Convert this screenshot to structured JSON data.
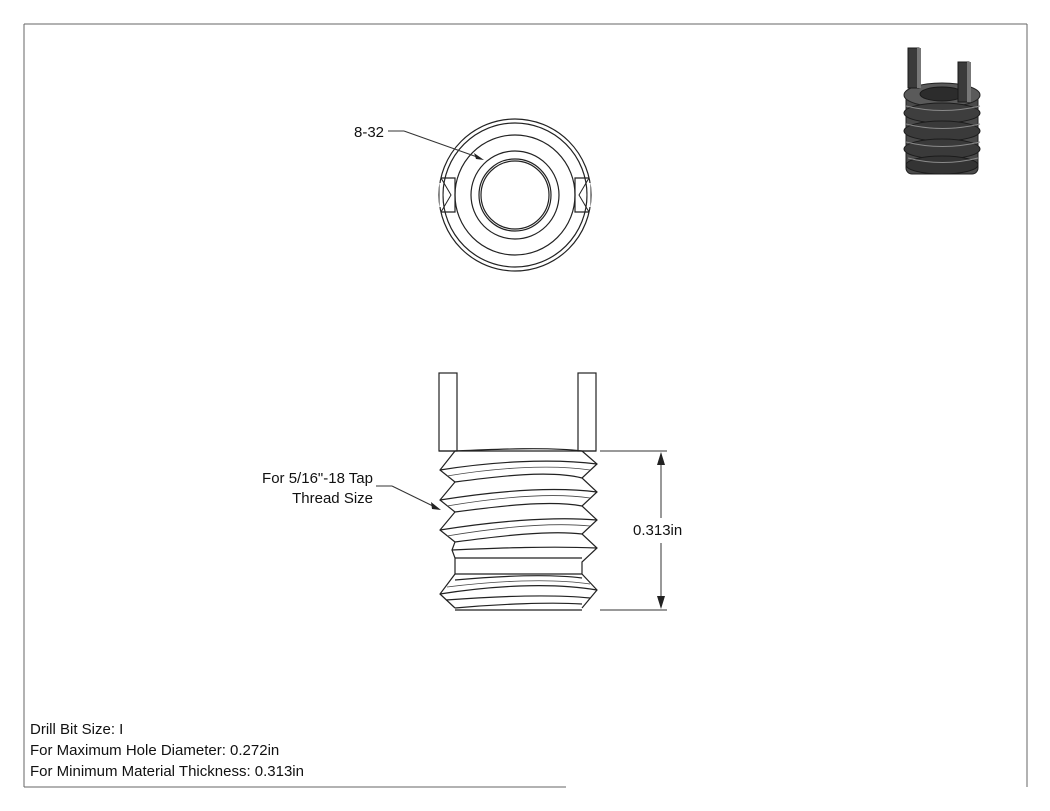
{
  "callouts": {
    "top_thread": "8-32",
    "tap_line1": "For 5/16\"-18 Tap",
    "tap_line2": "Thread Size",
    "height_dim": "0.313in"
  },
  "notes": {
    "drill_bit": "Drill Bit Size: I",
    "max_hole": "For Maximum Hole Diameter: 0.272in",
    "min_thickness": "For Minimum Material Thickness: 0.313in"
  },
  "colors": {
    "line": "#222222",
    "frame": "#555555",
    "iso_dark": "#3a3a3a",
    "iso_light": "#8a8a8a"
  }
}
